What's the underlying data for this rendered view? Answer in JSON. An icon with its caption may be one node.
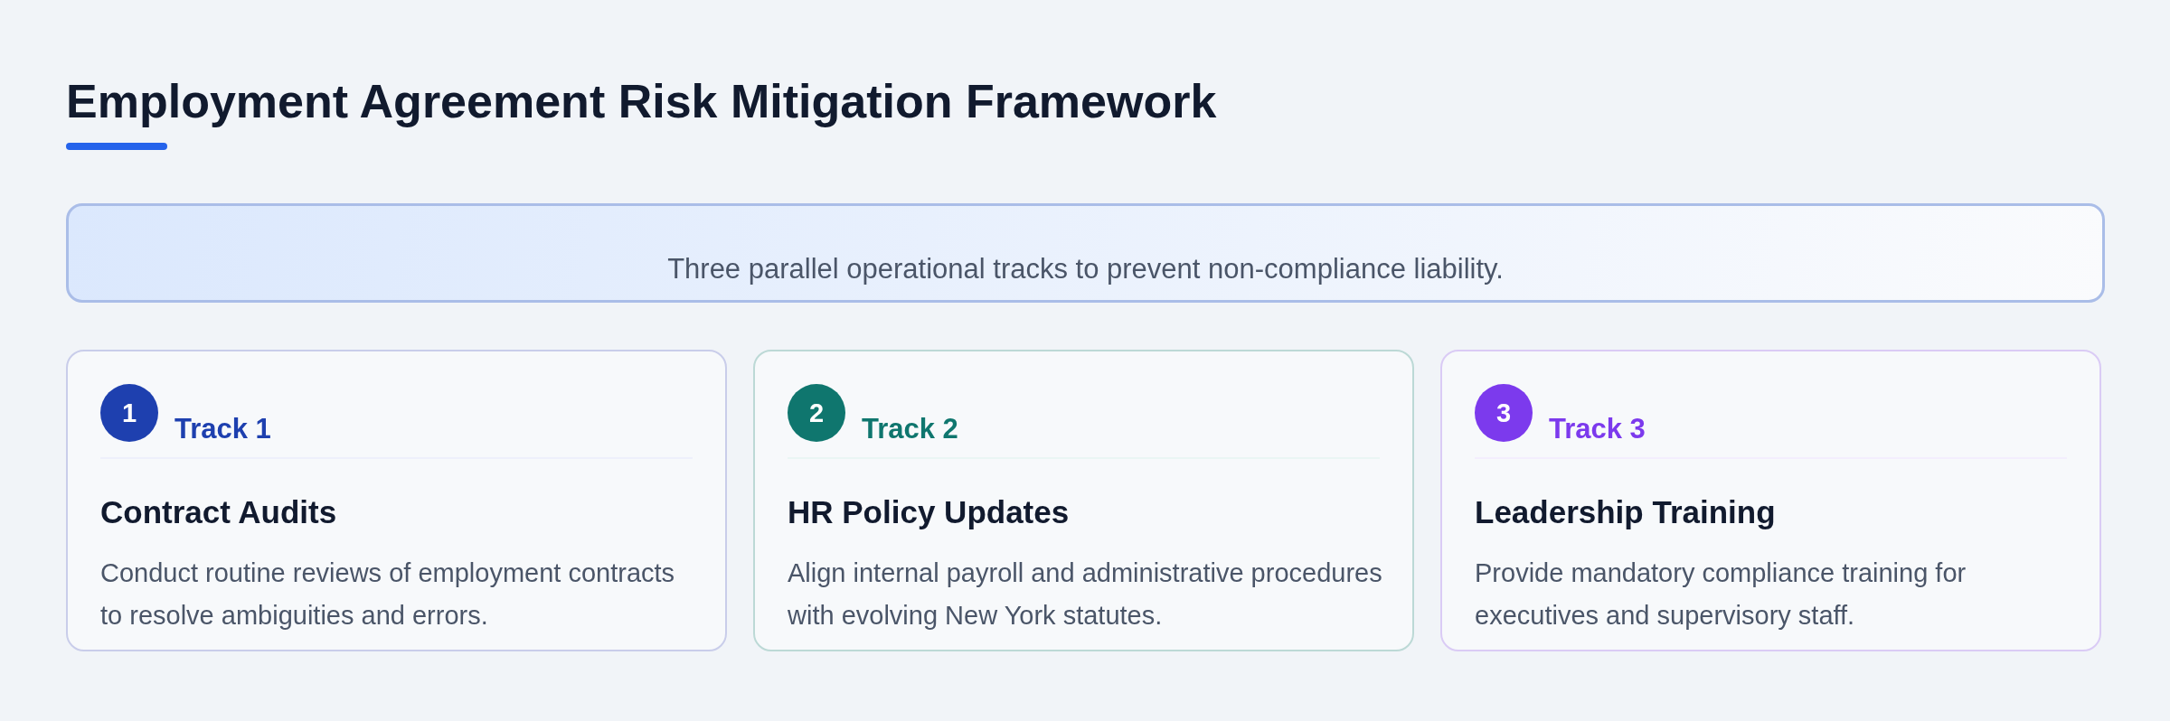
{
  "diagram": {
    "title": "Employment Agreement Risk Mitigation Framework",
    "nodes": [
      {
        "text": [
          "Three parallel operational tracks to prevent non-compliance liability."
        ]
      },
      {
        "text": [
          "Track 1",
          "Contract Audits",
          "Conduct routine reviews of employment contracts to resolve ambiguities and errors."
        ]
      },
      {
        "text": [
          "1"
        ],
        "in": 1
      },
      {
        "text": [
          "Track 2",
          "HR Policy Updates",
          "Align internal payroll and administrative procedures with evolving New York statutes."
        ]
      },
      {
        "text": [
          "2"
        ],
        "in": 3
      },
      {
        "text": [
          "Track 3",
          "Leadership Training",
          "Provide mandatory compliance training for executives and supervisory staff."
        ]
      },
      {
        "text": [
          "3"
        ],
        "in": 5
      }
    ]
  }
}
